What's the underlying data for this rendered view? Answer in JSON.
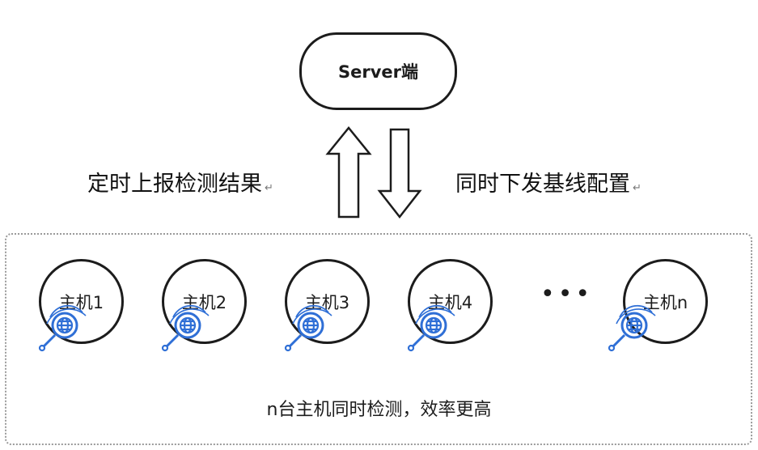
{
  "server": {
    "label": "Server端"
  },
  "arrows": {
    "up_label": "定时上报检测结果",
    "down_label": "同时下发基线配置",
    "return_mark": "↵"
  },
  "hosts": [
    {
      "label": "主机1"
    },
    {
      "label": "主机2"
    },
    {
      "label": "主机3"
    },
    {
      "label": "主机4"
    },
    {
      "label": "主机n"
    }
  ],
  "ellipsis": "•••",
  "caption": "n台主机同时检测，效率更高",
  "colors": {
    "scan_icon": "#2f6fd6",
    "outline": "#1c1c1c"
  },
  "icons": {
    "scan": "globe-magnifier-icon"
  }
}
